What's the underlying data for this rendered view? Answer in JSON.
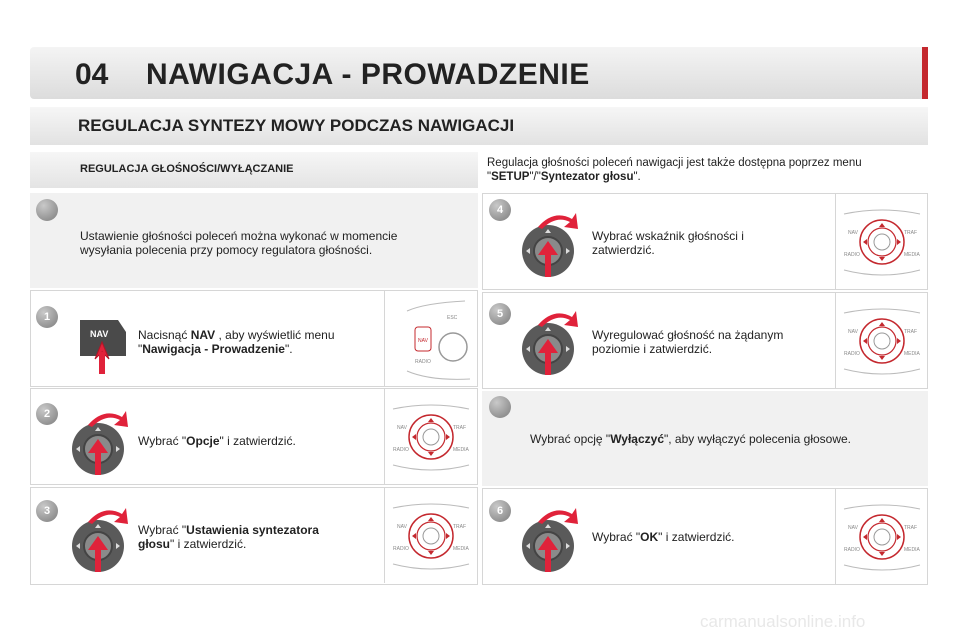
{
  "chapter": {
    "number": "04",
    "title": "NAWIGACJA - PROWADZENIE"
  },
  "section": {
    "title": "REGULACJA SYNTEZY MOWY PODCZAS NAWIGACJI"
  },
  "subsection": {
    "title": "REGULACJA GŁOŚNOŚCI/WYŁĄCZANIE",
    "note_pre": "Regulacja głośności poleceń nawigacji jest także dostępna poprzez menu \"",
    "note_setup": "SETUP",
    "note_mid": "\"/\"",
    "note_synth": "Syntezator głosu",
    "note_post": "\"."
  },
  "left": {
    "intro": "Ustawienie głośności poleceń można wykonać w momencie wysyłania polecenia przy pomocy regulatora głośności.",
    "steps": [
      {
        "num": "1",
        "pre": "Nacisnąć ",
        "b1": "NAV",
        "mid": " , aby wyświetlić menu \"",
        "b2": "Nawigacja - Prowadzenie",
        "post": "\"."
      },
      {
        "num": "2",
        "pre": "Wybrać \"",
        "b1": "Opcje",
        "post": "\" i zatwierdzić."
      },
      {
        "num": "3",
        "pre": "Wybrać \"",
        "b1": "Ustawienia syntezatora głosu",
        "post": "\" i zatwierdzić."
      }
    ]
  },
  "right": {
    "steps": [
      {
        "num": "4",
        "text": "Wybrać wskaźnik głośności i zatwierdzić."
      },
      {
        "num": "5",
        "text": "Wyregulować głośność na żądanym poziomie i zatwierdzić."
      },
      {
        "num": "6",
        "pre": "Wybrać \"",
        "b1": "OK",
        "post": "\" i zatwierdzić."
      }
    ],
    "tip_pre": "Wybrać opcję \"",
    "tip_b": "Wyłączyć",
    "tip_post": "\", aby wyłączyć polecenia głosowe."
  },
  "device_labels": {
    "nav": "NAV",
    "traf": "TRAF",
    "radio": "RADIO",
    "media": "MEDIA",
    "esc": "ESC"
  },
  "footer": {
    "watermark": "carmanualsonline.info"
  },
  "colors": {
    "accent": "#c4282e",
    "arrow": "#e0223a"
  }
}
